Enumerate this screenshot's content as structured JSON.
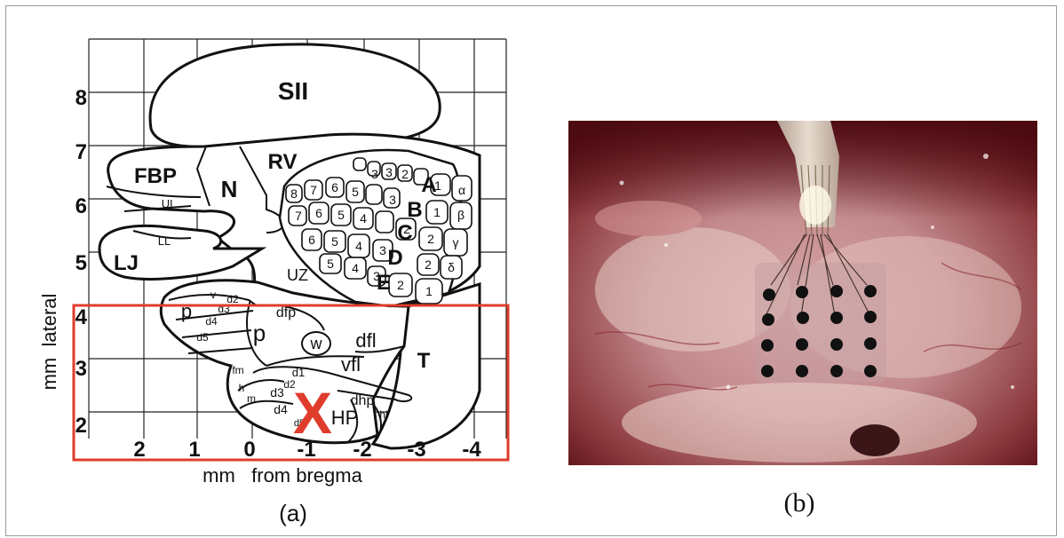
{
  "panel_a": {
    "y_axis_title": "mm  lateral",
    "x_axis_title": "mm   from bregma",
    "y_ticks": [
      "8",
      "7",
      "6",
      "5",
      "4",
      "3",
      "2"
    ],
    "x_ticks": [
      "2",
      "1",
      "0",
      "-1",
      "-2",
      "-3",
      "-4"
    ],
    "regions": {
      "sii": "SII",
      "fbp": "FBP",
      "n": "N",
      "rv": "RV",
      "ul": "UL",
      "ll": "LL",
      "lj": "LJ",
      "uz": "UZ",
      "p_left": "p",
      "p_center": "p",
      "dfp": "dfp",
      "w": "w",
      "dfl": "dfl",
      "vfl": "vfl",
      "t": "T",
      "fm": "fm",
      "h": "h",
      "m": "m",
      "hp": "HP",
      "dhp": "dhp",
      "hl": "hl",
      "row_a": "A",
      "row_b": "B",
      "row_c": "C",
      "row_d": "D",
      "row_e": "E",
      "d1": "d1",
      "d2": "d2",
      "d3": "d3",
      "d4": "d4",
      "d5": "d5",
      "d2_p": "d2",
      "d3_p": "d3",
      "d4_p": "d4",
      "d5_p": "d5",
      "v_label": "v"
    },
    "whisker_numbers": [
      "8",
      "7",
      "6",
      "5",
      "4",
      "3",
      "2",
      "1"
    ],
    "greek_labels": [
      "α",
      "β",
      "γ",
      "δ"
    ],
    "marker": "X",
    "marker_color": "#e03c2c",
    "roi_color": "#e03c2c"
  },
  "panel_b": {
    "electrode_rows": 4,
    "electrode_cols": 4
  },
  "captions": {
    "a": "(a)",
    "b": "(b)"
  }
}
